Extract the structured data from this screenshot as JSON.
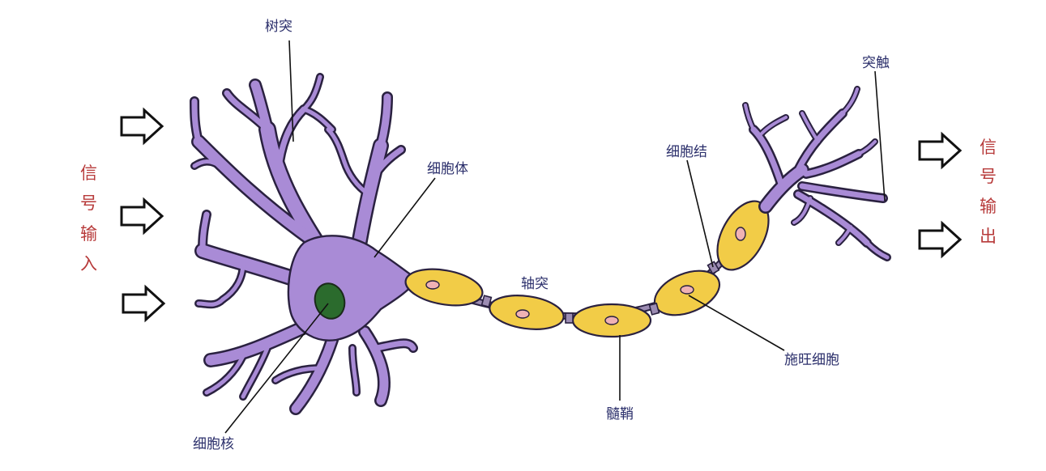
{
  "labels": {
    "dendrite": "树突",
    "cell_body": "细胞体",
    "nucleus": "细胞核",
    "axon": "轴突",
    "myelin_sheath": "髓鞘",
    "node_of_ranvier": "细胞结",
    "schwann_cell": "施旺细胞",
    "synapse": "突触"
  },
  "signal_input": [
    "信",
    "号",
    "输",
    "入"
  ],
  "signal_output": [
    "信",
    "号",
    "输",
    "出"
  ],
  "colors": {
    "neuron": "#a98bd6",
    "myelin": "#f2cc47",
    "nucleus": "#2b6b2d",
    "schwann_nucleus": "#f0b2b4",
    "label_text": "#2b2f6b",
    "signal_text": "#b73a3a"
  }
}
